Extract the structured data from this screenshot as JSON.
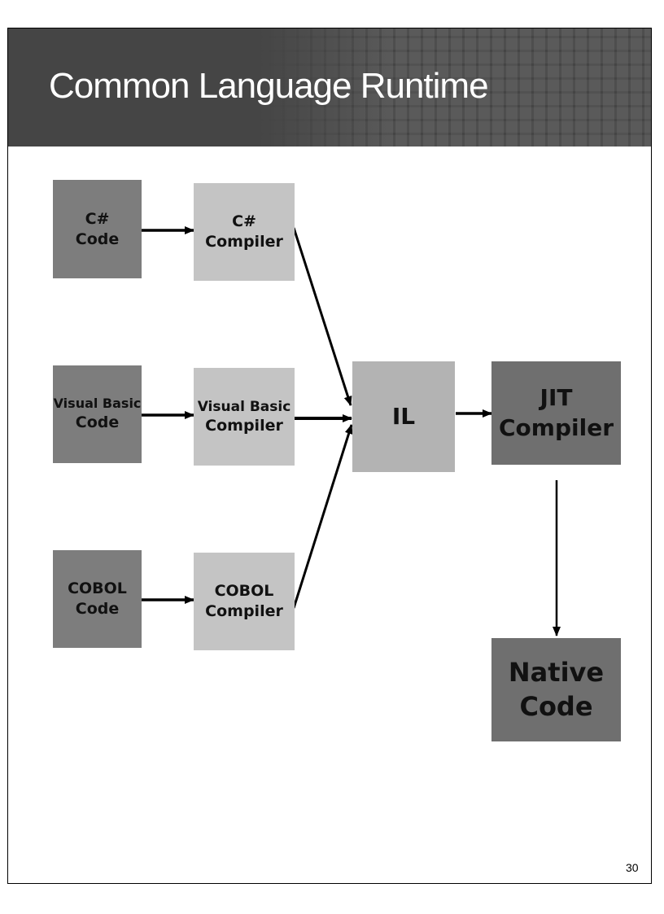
{
  "slide": {
    "title": "Common Language Runtime",
    "page_number": "30"
  },
  "nodes": {
    "csharp_code": [
      "C#",
      "Code"
    ],
    "csharp_compiler": [
      "C#",
      "Compiler"
    ],
    "vb_code": [
      "Visual Basic",
      "Code"
    ],
    "vb_compiler": [
      "Visual Basic",
      "Compiler"
    ],
    "cobol_code": [
      "COBOL",
      "Code"
    ],
    "cobol_compiler": [
      "COBOL",
      "Compiler"
    ],
    "il": [
      "IL"
    ],
    "jit_compiler": [
      "JIT",
      "Compiler"
    ],
    "native_code": [
      "Native",
      "Code"
    ]
  },
  "colors": {
    "title_bar": "#454545",
    "source_box": "#7d7d7d",
    "compiler_box": "#c4c4c4",
    "il_box": "#b3b3b3",
    "jit_box": "#6f6f6f",
    "native_box": "#6f6f6f",
    "arrow": "#000000"
  }
}
